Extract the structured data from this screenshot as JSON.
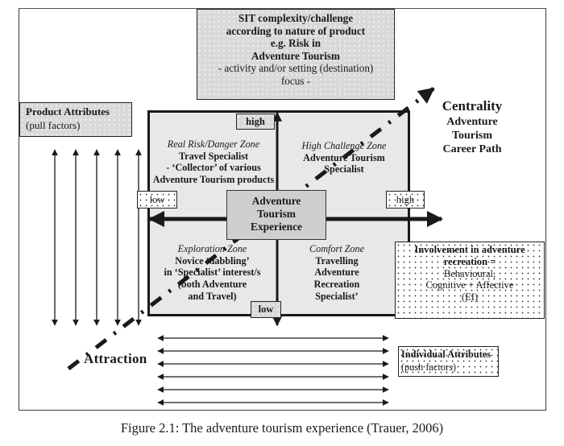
{
  "figure": {
    "caption": "Figure 2.1: The adventure tourism experience (Trauer, 2006)"
  },
  "sit_box": {
    "lines_bold": [
      "SIT complexity/challenge",
      "according to nature of product",
      "e.g. Risk in",
      "Adventure Tourism"
    ],
    "lines_normal": [
      "- activity and/or setting (destination)",
      "focus -"
    ]
  },
  "product_attributes": {
    "title": "Product Attributes",
    "subtitle": "(pull factors)",
    "arrow_count": 5
  },
  "centrality": {
    "title": "Centrality",
    "lines": [
      "Adventure",
      "Tourism",
      "Career Path"
    ]
  },
  "quadrants": {
    "top_left": {
      "zone": "Real Risk/Danger Zone",
      "lines": [
        "Travel Specialist",
        "- ‘Collector’ of various",
        "Adventure Tourism products"
      ]
    },
    "top_right": {
      "zone": "High Challenge Zone",
      "lines": [
        "Adventure Tourism",
        "Specialist"
      ]
    },
    "bottom_left": {
      "zone": "Exploration Zone",
      "lines": [
        "Novice ‘dabbling’",
        "in ‘Specialist’ interest/s",
        "(both Adventure",
        "and Travel)"
      ]
    },
    "bottom_right": {
      "zone": "Comfort Zone",
      "lines": [
        "Travelling",
        "Adventure",
        "Recreation",
        "Specialist’"
      ]
    }
  },
  "center": {
    "lines": [
      "Adventure",
      "Tourism",
      "Experience"
    ]
  },
  "axis_labels": {
    "vertical_high": "high",
    "vertical_low": "low",
    "horizontal_low": "low",
    "horizontal_high": "high"
  },
  "involvement": {
    "lines_bold": [
      "Involvement in adventure",
      "recreation ="
    ],
    "lines_normal": [
      "Behavioural,",
      "Cognitive + Affective",
      "(EI)"
    ]
  },
  "individual_attributes": {
    "title": "Individual Attributes",
    "subtitle": "(push factors)",
    "arrow_count": 6
  },
  "attraction": {
    "label": "Attraction"
  }
}
